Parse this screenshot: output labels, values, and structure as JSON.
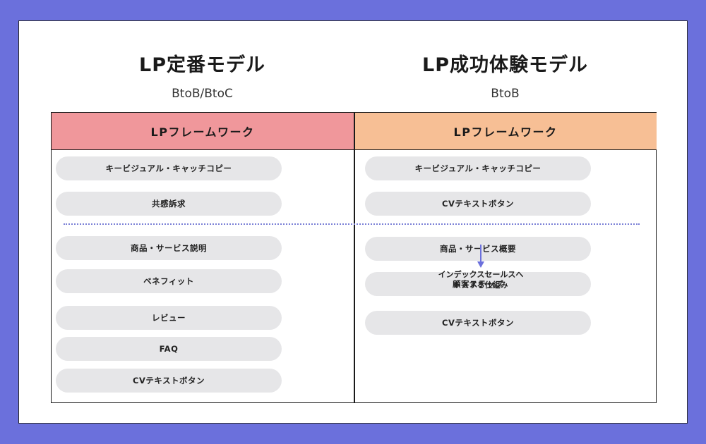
{
  "left": {
    "title": "LP定番モデル",
    "subtitle": "BtoB/BtoC",
    "header": "LPフレームワーク",
    "header_color": "#f0979b",
    "items_top": [
      "キービジュアル・キャッチコピー",
      "共感訴求"
    ],
    "items_bottom": [
      "商品・サービス説明",
      "ベネフィット",
      "レビュー",
      "FAQ",
      "CVテキストボタン"
    ]
  },
  "right": {
    "title": "LP成功体験モデル",
    "subtitle": "BtoB",
    "header": "LPフレームワーク",
    "header_color": "#f7bf95",
    "items_top": [
      "キービジュアル・キャッチコピー",
      "CVテキストボタン"
    ],
    "items_bottom": [
      "商品・サービス概要",
      "顧客ステップ",
      "CVテキストボタン"
    ],
    "note_lines": [
      "インデックスセールスへ",
      "トスする仕組み"
    ]
  },
  "colors": {
    "background": "#6b70dc",
    "pill": "#e6e6e8",
    "divider": "#7a7fd6",
    "arrow": "#6b70dc"
  }
}
